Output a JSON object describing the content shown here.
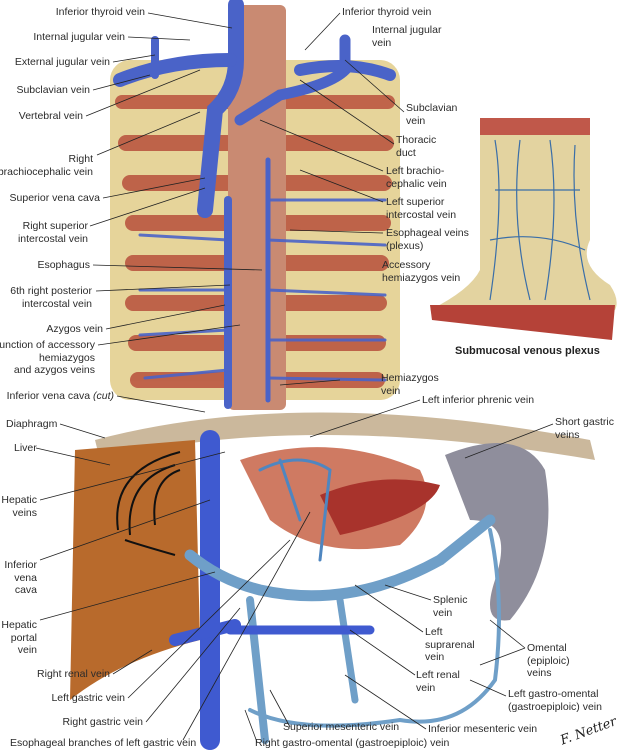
{
  "figure": {
    "inset_caption": "Submucosal venous plexus",
    "signature": "F. Netter M.D."
  },
  "labels_left": {
    "inferior_thyroid": "Inferior thyroid vein",
    "internal_jugular": "Internal jugular vein",
    "external_jugular": "External jugular vein",
    "subclavian": "Subclavian vein",
    "vertebral": "Vertebral vein",
    "right_brachio_1": "Right",
    "right_brachio_2": "brachiocephalic vein",
    "svc": "Superior vena cava",
    "rsi_1": "Right superior",
    "rsi_2": "intercostal vein",
    "esophagus": "Esophagus",
    "sixth_1": "6th right posterior",
    "sixth_2": "intercostal vein",
    "azygos": "Azygos vein",
    "junction_1": "Junction of accessory",
    "junction_2": "hemiazygos",
    "junction_3": "and azygos veins",
    "ivc_cut": "Inferior vena cava",
    "ivc_cut_note": "(cut)",
    "diaphragm": "Diaphragm",
    "liver": "Liver",
    "hepatic_1": "Hepatic",
    "hepatic_2": "veins",
    "ivc_1": "Inferior",
    "ivc_2": "vena",
    "ivc_3": "cava",
    "portal_1": "Hepatic",
    "portal_2": "portal",
    "portal_3": "vein",
    "right_renal": "Right renal vein",
    "left_gastric": "Left gastric vein",
    "right_gastric": "Right gastric vein",
    "esoph_branches": "Esophageal branches of left gastric vein"
  },
  "labels_right": {
    "inferior_thyroid": "Inferior thyroid vein",
    "internal_jugular_1": "Internal jugular",
    "internal_jugular_2": "vein",
    "subclavian_1": "Subclavian",
    "subclavian_2": "vein",
    "thoracic_1": "Thoracic",
    "thoracic_2": "duct",
    "lbc_1": "Left brachio-",
    "lbc_2": "cephalic vein",
    "lsi_1": "Left superior",
    "lsi_2": "intercostal vein",
    "esv_1": "Esophageal veins",
    "esv_2": "(plexus)",
    "ahv_1": "Accessory",
    "ahv_2": "hemiazygos vein",
    "hemiazygos_1": "Hemiazygos",
    "hemiazygos_2": "vein",
    "lip": "Left inferior phrenic vein",
    "short_gastric_1": "Short gastric",
    "short_gastric_2": "veins",
    "splenic_1": "Splenic",
    "splenic_2": "vein",
    "lsr_1": "Left",
    "lsr_2": "suprarenal",
    "lsr_3": "vein",
    "omental_1": "Omental",
    "omental_2": "(epiploic)",
    "omental_3": "veins",
    "left_renal_1": "Left renal",
    "left_renal_2": "vein",
    "lgo_1": "Left gastro-omental",
    "lgo_2": "(gastroepiploic) vein",
    "sup_mes": "Superior mesenteric vein",
    "inf_mes": "Inferior mesenteric vein",
    "rgo": "Right gastro-omental (gastroepiploic) vein"
  },
  "colors": {
    "vein": "#4a63c8",
    "portal_vein": "#6f9fc8",
    "rib": "#e8d9a0",
    "muscle": "#b8503c",
    "liver": "#b86a2c",
    "spleen": "#8f8e9c",
    "esophagus": "#c98a72"
  }
}
